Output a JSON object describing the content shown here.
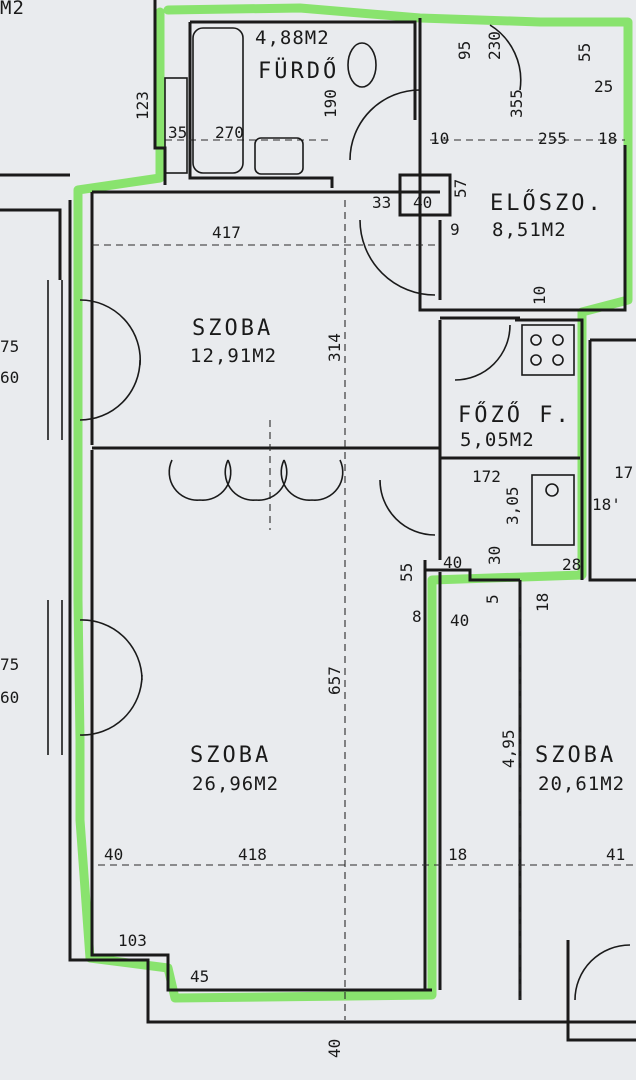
{
  "plan": {
    "top_fragment": "M2",
    "rooms": {
      "bathroom": {
        "name": "FÜRDŐ",
        "area": "4,88M2"
      },
      "hall": {
        "name": "ELŐSZO.",
        "area": "8,51M2"
      },
      "room1": {
        "name": "SZOBA",
        "area": "12,91M2"
      },
      "kitchen": {
        "name": "FŐZŐ F.",
        "area": "5,05M2"
      },
      "room2": {
        "name": "SZOBA",
        "area": "26,96M2"
      },
      "room3": {
        "name": "SZOBA",
        "area": "20,61M2"
      }
    },
    "dimensions": {
      "d123": "123",
      "d35": "35",
      "d270": "270",
      "d190": "190",
      "d95": "95",
      "d230": "230",
      "d355": "355",
      "d55a": "55",
      "d25": "25",
      "d10a": "10",
      "d255": "255",
      "d18a": "18",
      "d33": "33",
      "d40a": "40",
      "d57": "57",
      "d9": "9",
      "d417": "417",
      "d314": "314",
      "d10b": "10",
      "d75a": "75",
      "d60a": "60",
      "d75b": "75",
      "d60b": "60",
      "d172": "172",
      "d305": "3,05",
      "d17": "17",
      "d18b": "18'",
      "d55b": "55",
      "d40b": "40",
      "d30": "30",
      "d28": "28",
      "d5": "5",
      "d18c": "18",
      "d8": "8",
      "d40c": "40",
      "d657": "657",
      "d495": "4,95",
      "d40d": "40",
      "d418": "418",
      "d18d": "18",
      "d41": "41",
      "d103": "103",
      "d45": "45",
      "d40e": "40"
    }
  }
}
